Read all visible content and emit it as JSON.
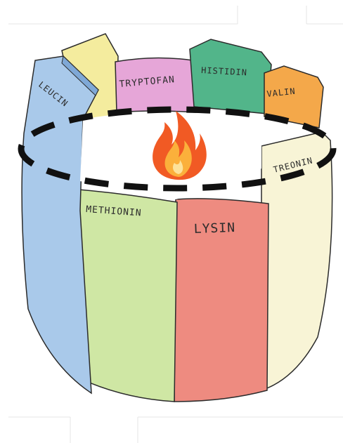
{
  "staves": {
    "leucin": "LEUCIN",
    "tryptofan": "TRYPTOFAN",
    "histidin": "HISTIDIN",
    "valin": "VALIN",
    "treonin": "TREONIN",
    "methionin": "METHIONIN",
    "lysin": "LYSIN"
  },
  "colors": {
    "leucin": "#a9c9ea",
    "back_yellow": "#f4ec9e",
    "tryptofan": "#e6a6d8",
    "histidin": "#52b58a",
    "valin": "#f4a84a",
    "treonin": "#f8f4d6",
    "methionin": "#cfe7a4",
    "lysin": "#ee8b80",
    "outline": "#2b2b2b",
    "limit_ring": "#111111",
    "flame_outer": "#f15a24",
    "flame_inner": "#fbb03b"
  },
  "icons": {
    "fire": "fire-icon"
  }
}
